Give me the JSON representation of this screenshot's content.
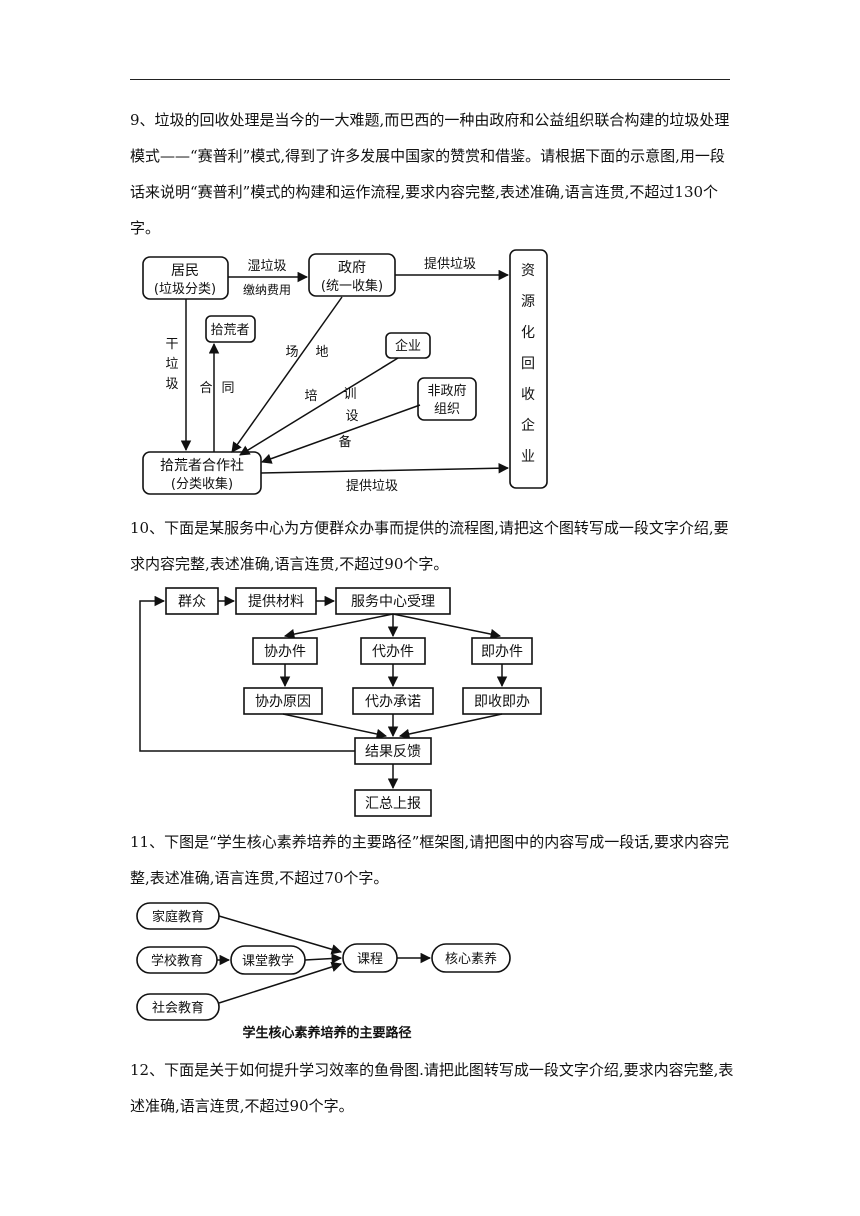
{
  "q9": {
    "text": "9、垃圾的回收处理是当今的一大难题,而巴西的一种由政府和公益组织联合构建的垃圾处理模式——“赛普利”模式,得到了许多发展中国家的赞赏和借鉴。请根据下面的示意图,用一段话来说明“赛普利”模式的构建和运作流程,要求内容完整,表述准确,语言连贯,不超过130个字。",
    "diagram": {
      "resident": [
        "居民",
        "(垃圾分类)"
      ],
      "government": [
        "政府",
        "(统一收集)"
      ],
      "wet_label": [
        "湿垃圾",
        "缴纳费用"
      ],
      "provide_top": "提供垃圾",
      "recycler": "资源化回收企业",
      "scavenger": "拾荒者",
      "enterprise": "企业",
      "ngo": [
        "非政府",
        "组织"
      ],
      "coop": [
        "拾荒者合作社",
        "(分类收集)"
      ],
      "provide_bottom": "提供垃圾",
      "dry": "干垃圾",
      "contract": "合同",
      "site": "场地",
      "training": "培训",
      "equipment": "设备"
    }
  },
  "q10": {
    "text": "10、下面是某服务中心为方便群众办事而提供的流程图,请把这个图转写成一段文字介绍,要求内容完整,表述准确,语言连贯,不超过90个字。",
    "diagram": {
      "masses": "群众",
      "materials": "提供材料",
      "accept": "服务中心受理",
      "assist": "协办件",
      "proxy": "代办件",
      "instant": "即办件",
      "assist_reason": "协办原因",
      "proxy_promise": "代办承诺",
      "instant_do": "即收即办",
      "feedback": "结果反馈",
      "report": "汇总上报"
    }
  },
  "q11": {
    "text": "11、下图是“学生核心素养培养的主要路径”框架图,请把图中的内容写成一段话,要求内容完整,表述准确,语言连贯,不超过70个字。",
    "diagram": {
      "family": "家庭教育",
      "school": "学校教育",
      "social": "社会教育",
      "classroom": "课堂教学",
      "course": "课程",
      "core": "核心素养",
      "caption": "学生核心素养培养的主要路径"
    }
  },
  "q12": {
    "text": "12、下面是关于如何提升学习效率的鱼骨图.请把此图转写成一段文字介绍,要求内容完整,表述准确,语言连贯,不超过90个字。"
  }
}
